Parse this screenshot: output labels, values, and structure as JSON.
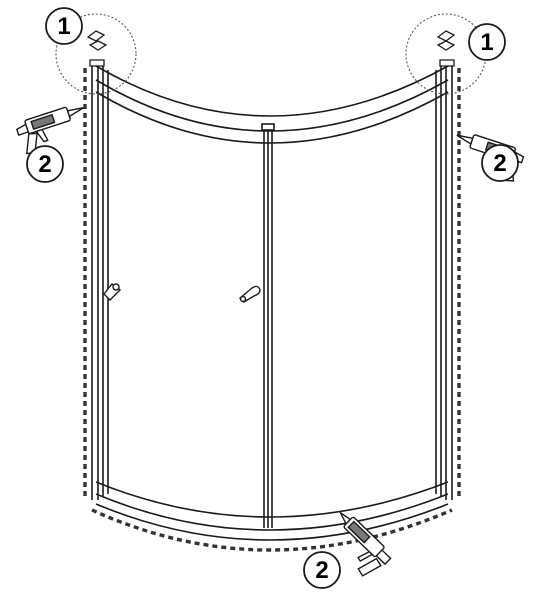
{
  "callouts": [
    {
      "id": "top-left",
      "label": "1"
    },
    {
      "id": "top-right",
      "label": "1"
    },
    {
      "id": "left-sealant",
      "label": "2"
    },
    {
      "id": "right-sealant",
      "label": "2"
    },
    {
      "id": "bottom-sealant",
      "label": "2"
    }
  ],
  "icons": {
    "sealant_gun": "caulking-gun-icon",
    "bracket": "wall-bracket-icon"
  },
  "colors": {
    "line": "#1a1a1a",
    "sealant_dash": "#333333",
    "glass": "#ffffff"
  }
}
